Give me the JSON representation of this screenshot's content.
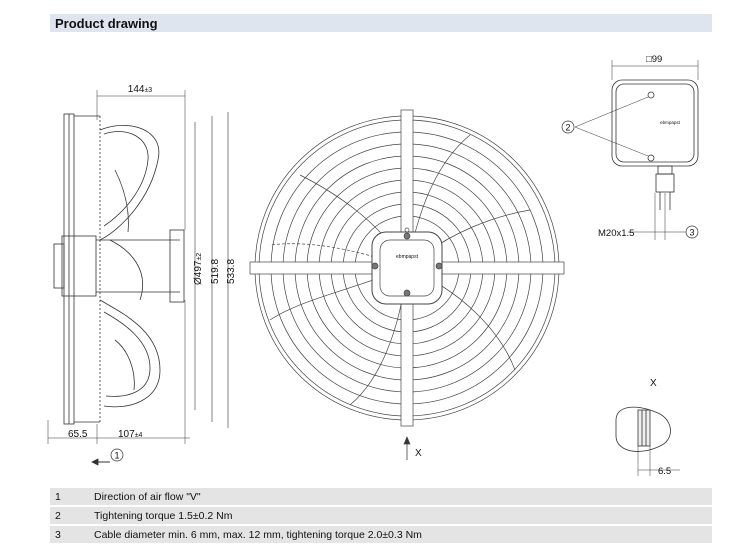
{
  "header": {
    "title": "Product drawing"
  },
  "dimensions": {
    "side_depth": "144",
    "side_depth_tol": "±3",
    "diameter": "Ø497",
    "diameter_tol": "±2",
    "height_1": "519.8",
    "height_2": "533.8",
    "bottom_left": "65.5",
    "bottom_mid": "107",
    "bottom_mid_tol": "±4",
    "box_width": "□99",
    "thread": "M20x1.5",
    "detail_width": "6.5"
  },
  "callouts": {
    "c1": "1",
    "c2": "2",
    "c3": "3"
  },
  "view_labels": {
    "arrow_x": "X",
    "detail_x": "X"
  },
  "brand": "ebmpapst",
  "legend": [
    {
      "num": "1",
      "text": "Direction of air flow \"V\""
    },
    {
      "num": "2",
      "text": "Tightening torque 1.5±0.2 Nm"
    },
    {
      "num": "3",
      "text": "Cable diameter min. 6 mm, max. 12 mm, tightening torque 2.0±0.3 Nm"
    }
  ]
}
